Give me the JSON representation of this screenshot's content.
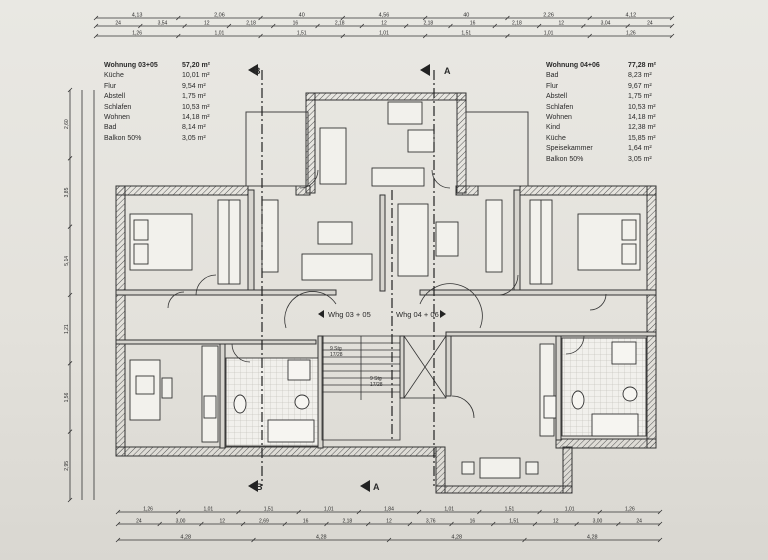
{
  "area_left": {
    "title": "Wohnung 03+05",
    "total": "57,20 m²",
    "rows": [
      {
        "room": "Küche",
        "area": "10,01 m²"
      },
      {
        "room": "Flur",
        "area": "9,54 m²"
      },
      {
        "room": "Abstell",
        "area": "1,75 m²"
      },
      {
        "room": "Schlafen",
        "area": "10,53 m²"
      },
      {
        "room": "Wohnen",
        "area": "14,18 m²"
      },
      {
        "room": "Bad",
        "area": "8,14 m²"
      },
      {
        "room": "Balkon 50%",
        "area": "3,05 m²"
      }
    ]
  },
  "area_right": {
    "title": "Wohnung 04+06",
    "total": "77,28 m²",
    "rows": [
      {
        "room": "Bad",
        "area": "8,23 m²"
      },
      {
        "room": "Flur",
        "area": "9,67 m²"
      },
      {
        "room": "Abstell",
        "area": "1,75 m²"
      },
      {
        "room": "Schlafen",
        "area": "10,53 m²"
      },
      {
        "room": "Wohnen",
        "area": "14,18 m²"
      },
      {
        "room": "Kind",
        "area": "12,38 m²"
      },
      {
        "room": "Küche",
        "area": "15,85 m²"
      },
      {
        "room": "Speisekammer",
        "area": "1,64 m²"
      },
      {
        "room": "Balkon 50%",
        "area": "3,05 m²"
      }
    ]
  },
  "unit_labels": {
    "left": "Whg 03 + 05",
    "right": "Whg 04 + 06"
  },
  "section_marks": {
    "b": "B",
    "a": "A"
  },
  "stair_labels": [
    "9 Stg",
    "17/28",
    "9 Stg",
    "17/28"
  ],
  "dim_top": {
    "row1": [
      "4,13",
      "2,06",
      "40",
      "4,56",
      "40",
      "2,26",
      "4,12"
    ],
    "row2": [
      "24",
      "3,54",
      "12",
      "2,18",
      "16",
      "2,18",
      "12",
      "2,18",
      "16",
      "2,18",
      "12",
      "3,04",
      "24"
    ],
    "row3": [
      "1,26",
      "1,01",
      "1,51",
      "1,01",
      "1,51",
      "1,01",
      "1,26"
    ]
  },
  "dim_bottom": {
    "row1": [
      "1,26",
      "1,01",
      "1,51",
      "1,01",
      "1,84",
      "1,01",
      "1,51",
      "1,01",
      "1,26"
    ],
    "row2": [
      "24",
      "3,00",
      "12",
      "2,69",
      "16",
      "2,18",
      "12",
      "3,76",
      "16",
      "1,51",
      "12",
      "3,00",
      "24"
    ],
    "row3": [
      "4,28",
      "4,28",
      "4,28",
      "4,28"
    ]
  },
  "dim_left": [
    "2,60",
    "3,85",
    "5,14",
    "1,21",
    "1,56",
    "2,95"
  ]
}
